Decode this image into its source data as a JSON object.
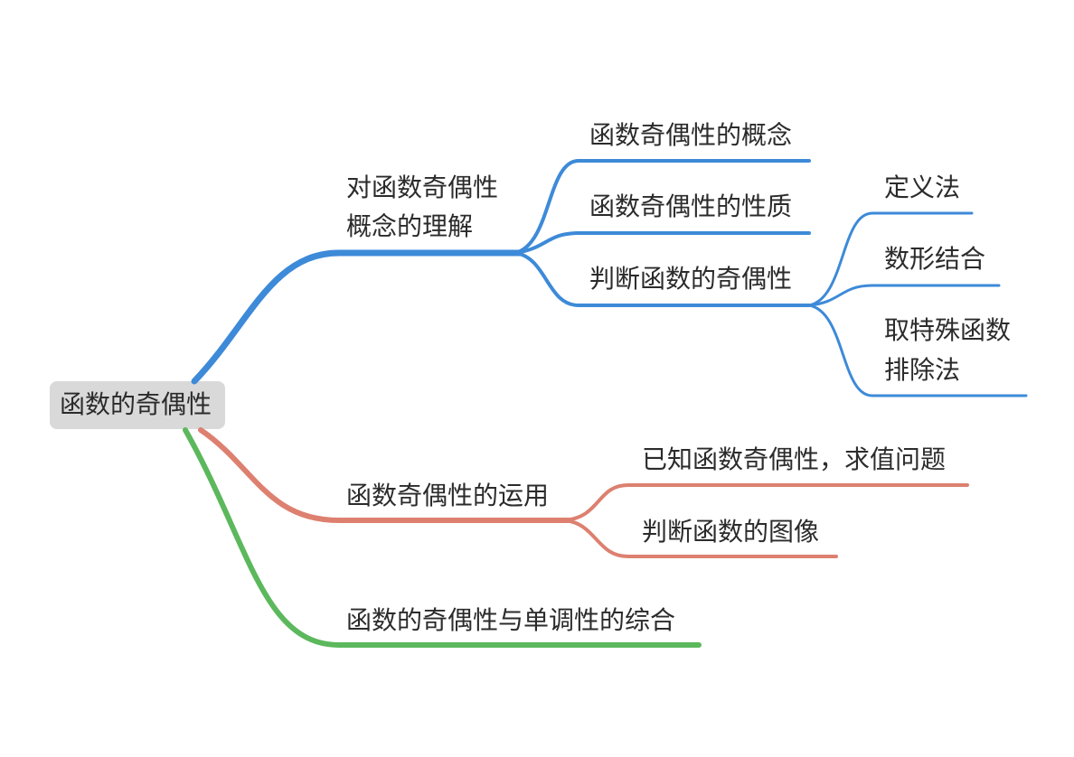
{
  "root": {
    "label": "函数的奇偶性"
  },
  "colors": {
    "blue": "#3d8ad8",
    "red": "#dd8070",
    "green": "#5cb85c",
    "root_bg": "#d9d9d9"
  },
  "branches": [
    {
      "label_lines": [
        "对函数奇偶性",
        "概念的理解"
      ],
      "color": "#3d8ad8",
      "children": [
        {
          "label": "函数奇偶性的概念"
        },
        {
          "label": "函数奇偶性的性质"
        },
        {
          "label": "判断函数的奇偶性",
          "children": [
            {
              "label": "定义法"
            },
            {
              "label": "数形结合"
            },
            {
              "label_lines": [
                "取特殊函数",
                "排除法"
              ]
            }
          ]
        }
      ]
    },
    {
      "label": "函数奇偶性的运用",
      "color": "#dd8070",
      "children": [
        {
          "label": "已知函数奇偶性，求值问题"
        },
        {
          "label": "判断函数的图像"
        }
      ]
    },
    {
      "label": "函数的奇偶性与单调性的综合",
      "color": "#5cb85c",
      "children": []
    }
  ]
}
